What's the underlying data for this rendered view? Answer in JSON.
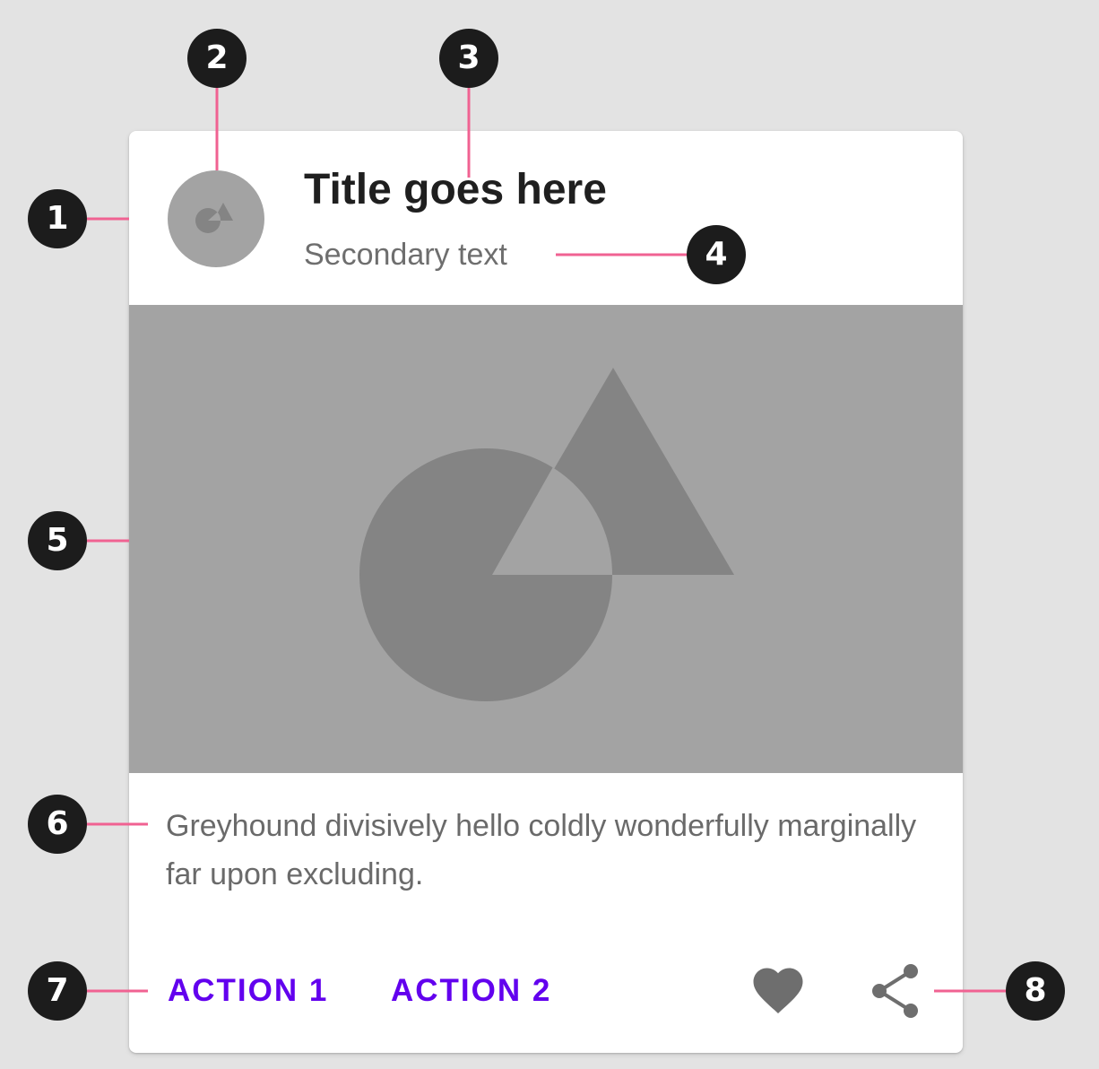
{
  "card": {
    "title": "Title goes here",
    "secondary_text": "Secondary text",
    "supporting_text": "Greyhound divisively hello coldly wonderfully marginally far upon excluding.",
    "actions": {
      "action_1_label": "ACTION 1",
      "action_2_label": "ACTION 2",
      "icons": [
        "heart-icon",
        "share-icon"
      ]
    },
    "avatar_icon": "shapes-icon",
    "media_icon": "shapes-icon"
  },
  "callouts": [
    "1",
    "2",
    "3",
    "4",
    "5",
    "6",
    "7",
    "8"
  ],
  "colors": {
    "background": "#e3e3e3",
    "card": "#ffffff",
    "placeholder": "#a3a3a3",
    "placeholder_shape": "#848484",
    "action_text": "#6200ee",
    "icon": "#6e6e6e",
    "callout_marker": "#1c1c1c",
    "callout_line": "#f06292"
  }
}
